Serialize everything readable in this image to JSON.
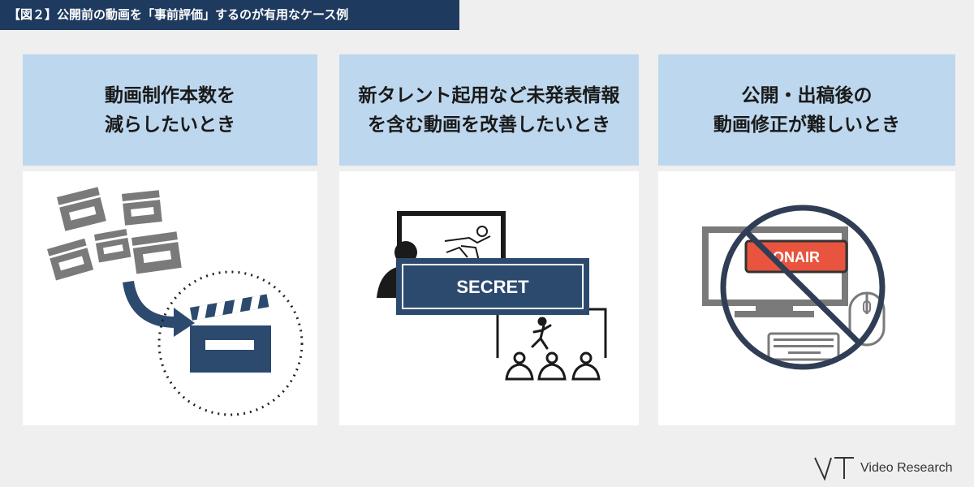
{
  "header": {
    "title": "【図２】公開前の動画を「事前評価」するのが有用なケース例"
  },
  "cards": [
    {
      "line1": "動画制作本数を",
      "line2": "減らしたいとき",
      "icon": "clapperboards-merge-icon"
    },
    {
      "line1": "新タレント起用など未発表情報",
      "line2": "を含む動画を改善したいとき",
      "badge": "SECRET",
      "icon": "presentation-secret-icon"
    },
    {
      "line1": "公開・出稿後の",
      "line2": "動画修正が難しいとき",
      "badge": "ONAIR",
      "icon": "no-onair-computer-icon"
    }
  ],
  "logo": {
    "text": "Video Research"
  },
  "colors": {
    "title_bg": "#1f3a5f",
    "card_head_bg": "#bdd7ee",
    "navy": "#2c4a6e",
    "gray_icon": "#7a7a7a",
    "onair_red": "#e8543e",
    "prohibit": "#2f3e55"
  }
}
